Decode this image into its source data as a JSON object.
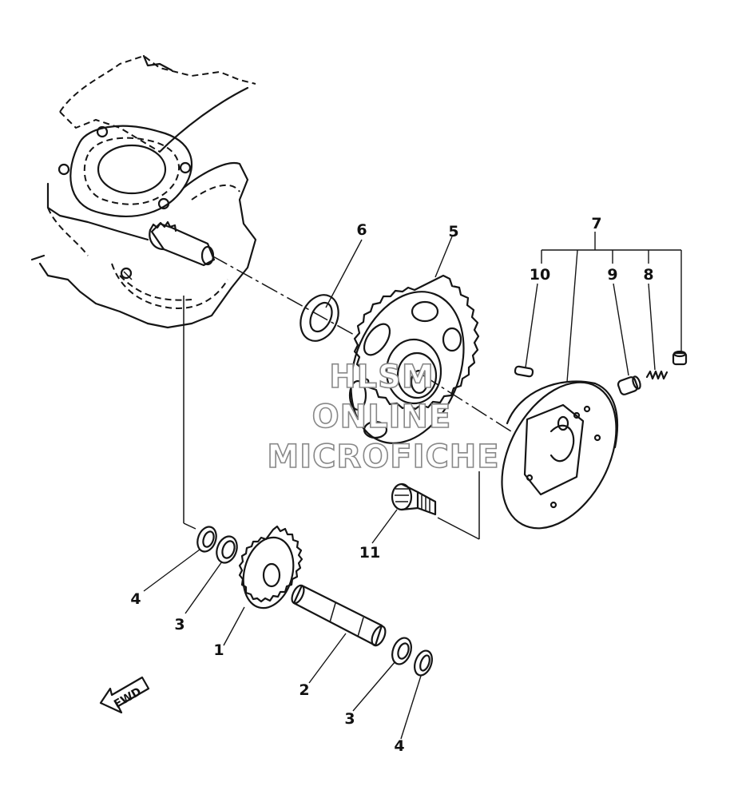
{
  "watermark": {
    "line1": "HLSM",
    "line2": "ONLINE",
    "line3": "MICROFICHE"
  },
  "direction_label": "FWD",
  "callouts": {
    "c1": "1",
    "c2": "2",
    "c3a": "3",
    "c3b": "3",
    "c4a": "4",
    "c4b": "4",
    "c5": "5",
    "c6": "6",
    "c7": "7",
    "c8": "8",
    "c9": "9",
    "c10": "10",
    "c11": "11"
  }
}
